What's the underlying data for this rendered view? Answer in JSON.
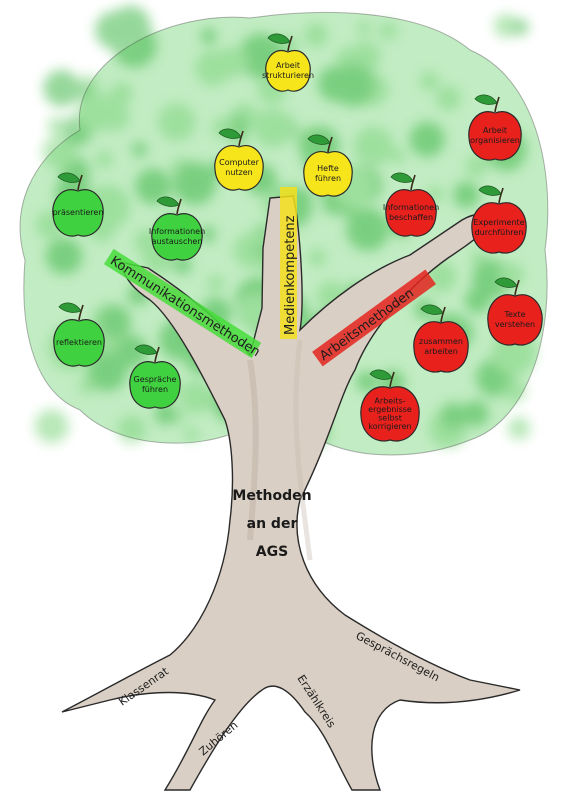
{
  "tree": {
    "title_lines": [
      "Methoden",
      "an der",
      "AGS"
    ],
    "colors": {
      "foliage": "#5cc45e",
      "bark": "#d9cfc4",
      "outline": "#2a2a2a",
      "green_apple": "#3fd13f",
      "yellow_apple": "#f7e51c",
      "red_apple": "#e8211d",
      "leaf": "#2e9a38"
    }
  },
  "branches": {
    "kommunikation": {
      "label": "Kommunikationsmethoden",
      "highlight": "#47dd3b"
    },
    "medien": {
      "label": "Medienkompetenz",
      "highlight": "#f3df1c"
    },
    "arbeit": {
      "label": "Arbeitsmethoden",
      "highlight": "#e3241f"
    }
  },
  "apples": {
    "arbeit_strukturieren": {
      "lines": [
        "Arbeit",
        "strukturieren"
      ],
      "color": "yellow"
    },
    "computer_nutzen": {
      "lines": [
        "Computer",
        "nutzen"
      ],
      "color": "yellow"
    },
    "hefte_fuehren": {
      "lines": [
        "Hefte",
        "führen"
      ],
      "color": "yellow"
    },
    "praesentieren": {
      "lines": [
        "präsentieren"
      ],
      "color": "green"
    },
    "informationen_austauschen": {
      "lines": [
        "Informationen",
        "austauschen"
      ],
      "color": "green"
    },
    "reflektieren": {
      "lines": [
        "reflektieren"
      ],
      "color": "green"
    },
    "gespraeche_fuehren": {
      "lines": [
        "Gespräche",
        "führen"
      ],
      "color": "green"
    },
    "arbeit_organisieren": {
      "lines": [
        "Arbeit",
        "organisieren"
      ],
      "color": "red"
    },
    "informationen_beschaffen": {
      "lines": [
        "Informationen",
        "beschaffen"
      ],
      "color": "red"
    },
    "experimente_durchfuehren": {
      "lines": [
        "Experimente",
        "durchführen"
      ],
      "color": "red"
    },
    "texte_verstehen": {
      "lines": [
        "Texte",
        "verstehen"
      ],
      "color": "red"
    },
    "zusammen_arbeiten": {
      "lines": [
        "zusammen",
        "arbeiten"
      ],
      "color": "red"
    },
    "arbeitsergebnisse_korrigieren": {
      "lines": [
        "Arbeits-",
        "ergebnisse",
        "selbst",
        "korrigieren"
      ],
      "color": "red"
    }
  },
  "roots": {
    "klassenrat": "Klassenrat",
    "zuhoeren": "Zuhören",
    "erzaehlkreis": "Erzählkreis",
    "gespraechsregeln": "Gesprächsregeln"
  }
}
